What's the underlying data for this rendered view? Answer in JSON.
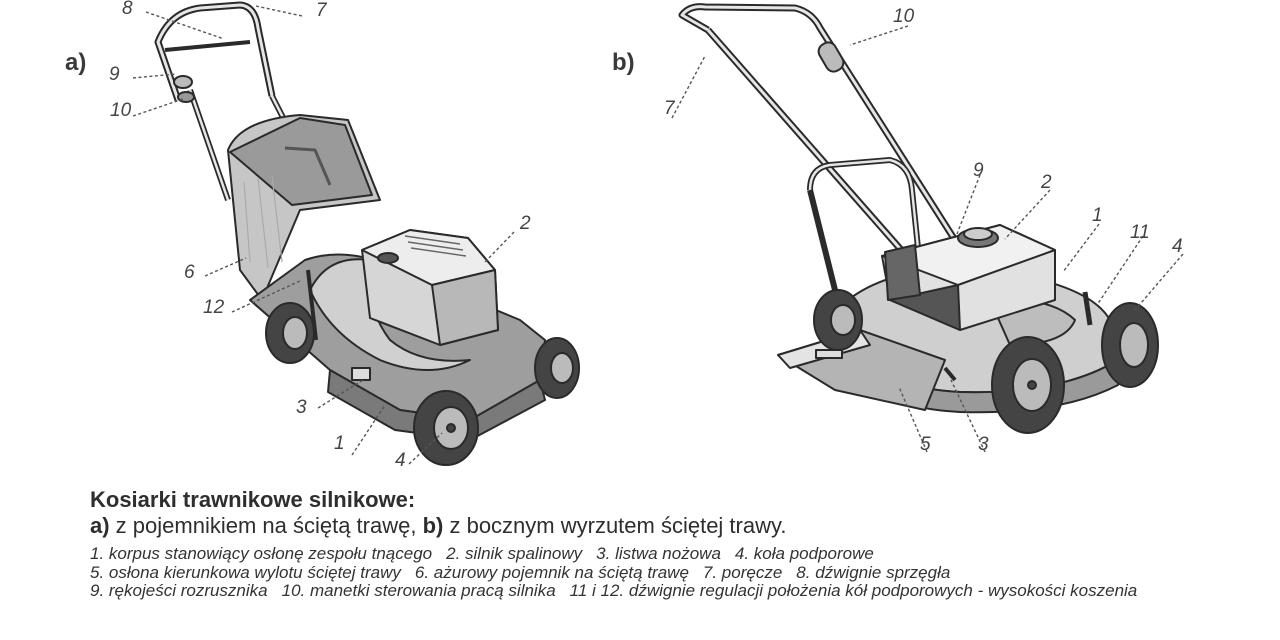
{
  "panels": {
    "a": "a)",
    "b": "b)"
  },
  "labels_a": [
    "8",
    "7",
    "9",
    "10",
    "2",
    "6",
    "12",
    "3",
    "1",
    "4"
  ],
  "labels_b": [
    "10",
    "7",
    "9",
    "2",
    "1",
    "11",
    "4",
    "5",
    "3"
  ],
  "caption": {
    "title": "Kosiarki trawnikowe silnikowe:",
    "a_prefix": "a)",
    "a_text": " z pojemnikiem na ściętą trawę, ",
    "b_prefix": "b)",
    "b_text": " z bocznym wyrzutem ściętej trawy."
  },
  "legend": [
    "1. korpus stanowiący osłonę zespołu tnącego",
    "2. silnik spalinowy",
    "3. listwa nożowa",
    "4. koła podporowe",
    "5. osłona kierunkowa wylotu ściętej trawy",
    "6. ażurowy pojemnik na ściętą trawę",
    "7. poręcze",
    "8. dźwignie sprzęgła",
    "9. rękojeści rozrusznika",
    "10. manetki sterowania pracą silnika",
    "11 i 12. dźwignie regulacji położenia kół podporowych - wysokości koszenia"
  ]
}
